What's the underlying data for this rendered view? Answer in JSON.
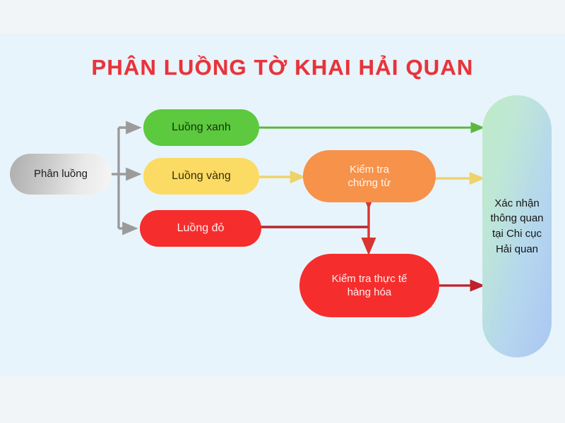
{
  "diagram": {
    "title": "PHÂN LUỒNG TỜ KHAI HẢI QUAN",
    "background_color": "#e8f4fb",
    "frame_color": "#f2f5f7",
    "title_color": "#e8333a",
    "nodes": {
      "source": {
        "label": "Phân luồng",
        "color": "#c9c9c9",
        "text_color": "#1d1d1d"
      },
      "green_lane": {
        "label": "Luồng xanh",
        "color": "#5cc93f",
        "text_color": "#16330c"
      },
      "yellow_lane": {
        "label": "Luồng vàng",
        "color": "#fbdb63",
        "text_color": "#3a2e06"
      },
      "red_lane": {
        "label": "Luồng đỏ",
        "color": "#f62d2d",
        "text_color": "#ffecec"
      },
      "document_check": {
        "label_line1": "Kiểm tra",
        "label_line2": "chứng từ",
        "color": "#f7924b",
        "text_color": "#fff6ee"
      },
      "physical_check": {
        "label_line1": "Kiểm tra thực tế",
        "label_line2": "hàng hóa",
        "color": "#f62d2d",
        "text_color": "#ffeeee"
      },
      "clearance": {
        "label_line1": "Xác nhận",
        "label_line2": "thông quan",
        "label_line3": "tại Chi cục",
        "label_line4": "Hải quan",
        "color_start": "#bdebc6",
        "color_end": "#abc6f2",
        "text_color": "#141414"
      }
    },
    "connectors": [
      {
        "name": "source-to-lanes-bracket",
        "color": "#9b9b9b",
        "style": "bracket-three-branch"
      },
      {
        "name": "green-to-clearance",
        "color": "#5cb83c",
        "style": "straight-arrow"
      },
      {
        "name": "yellow-to-document-check",
        "color": "#efd36a",
        "style": "straight-arrow"
      },
      {
        "name": "document-check-to-clearance",
        "color": "#efd36a",
        "style": "straight-arrow"
      },
      {
        "name": "red-to-junction",
        "color": "#b7242c",
        "style": "line"
      },
      {
        "name": "junction-double-arrow",
        "color": "#d9342f",
        "style": "double-headed-vertical-arrow"
      },
      {
        "name": "physical-check-to-clearance",
        "color": "#c0202a",
        "style": "straight-arrow"
      }
    ]
  }
}
